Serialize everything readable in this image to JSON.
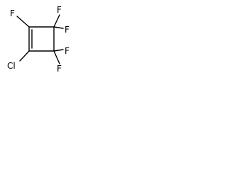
{
  "molecule": {
    "labels": {
      "f_c2": "F",
      "cl_c1": "Cl",
      "f_c3a": "F",
      "f_c3b": "F",
      "f_c4a": "F",
      "f_c4b": "F"
    },
    "colors": {
      "bond": "#000000",
      "label": "#000000",
      "background": "#ffffff"
    }
  }
}
